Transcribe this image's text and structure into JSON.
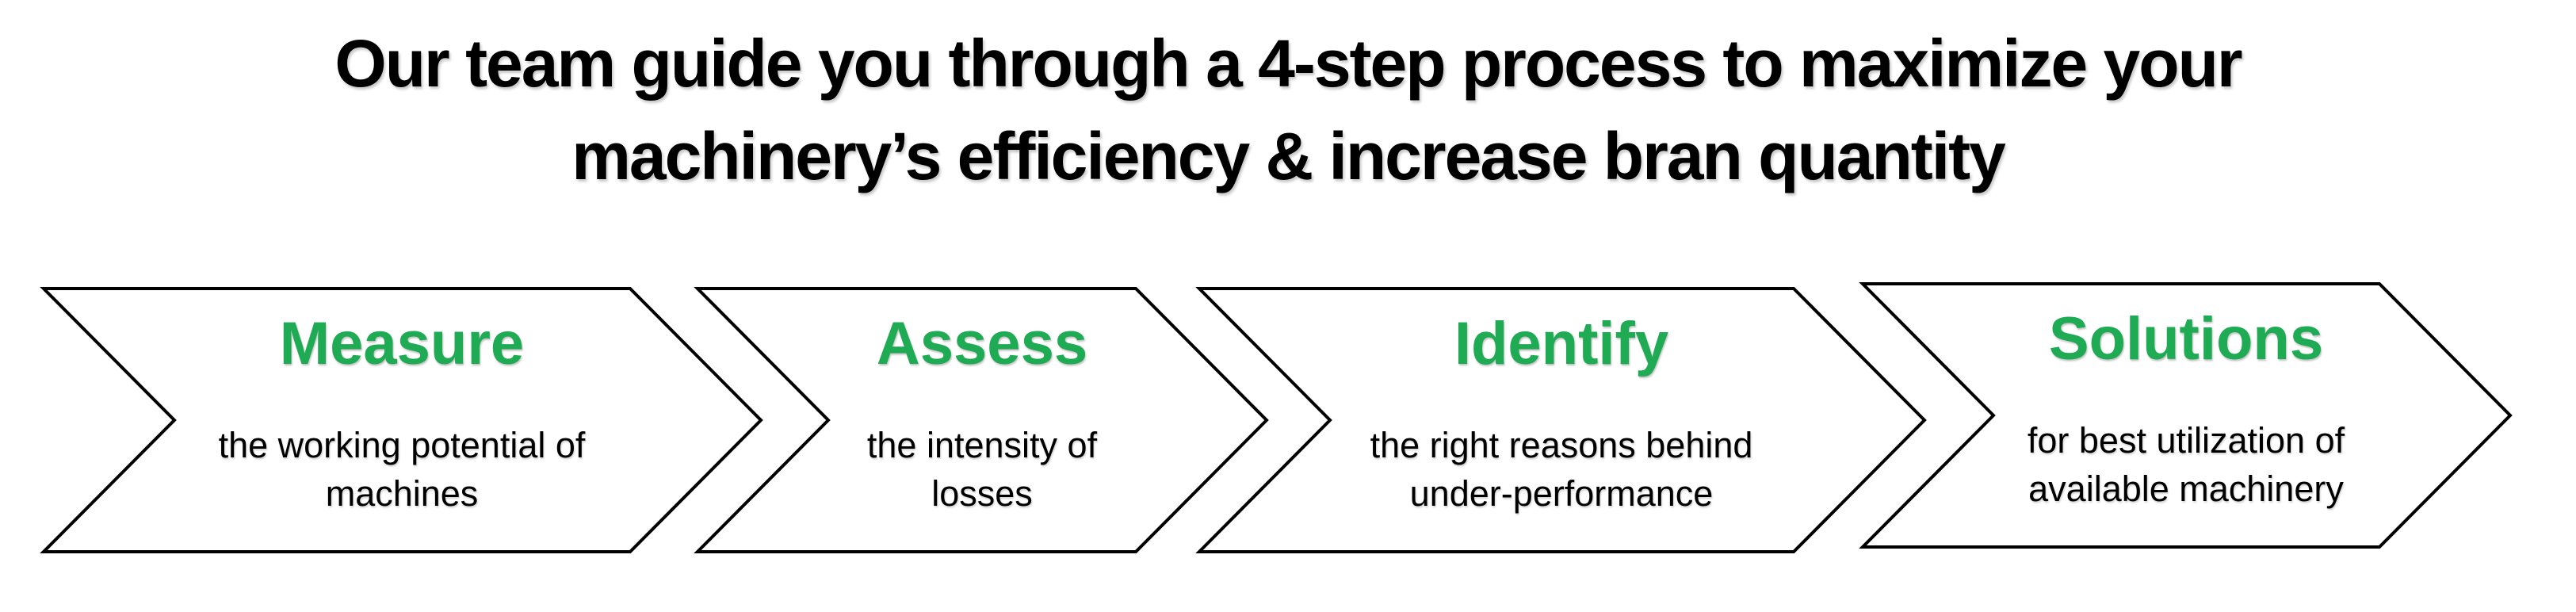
{
  "title": {
    "line1": "Our team guide you through a 4-step process to maximize your",
    "line2": "machinery’s efficiency & increase bran quantity"
  },
  "colors": {
    "accent_green": "#1faa54",
    "text_black": "#000000",
    "chevron_fill": "#ffffff",
    "chevron_outline": "#000000",
    "background": "#ffffff"
  },
  "steps": [
    {
      "label": "Measure",
      "desc_line1": "the working potential of",
      "desc_line2": "machines"
    },
    {
      "label": "Assess",
      "desc_line1": "the intensity of",
      "desc_line2": "losses"
    },
    {
      "label": "Identify",
      "desc_line1": "the right reasons behind",
      "desc_line2": "under-performance"
    },
    {
      "label": "Solutions",
      "desc_line1": "for best utilization of",
      "desc_line2": "available machinery"
    }
  ]
}
